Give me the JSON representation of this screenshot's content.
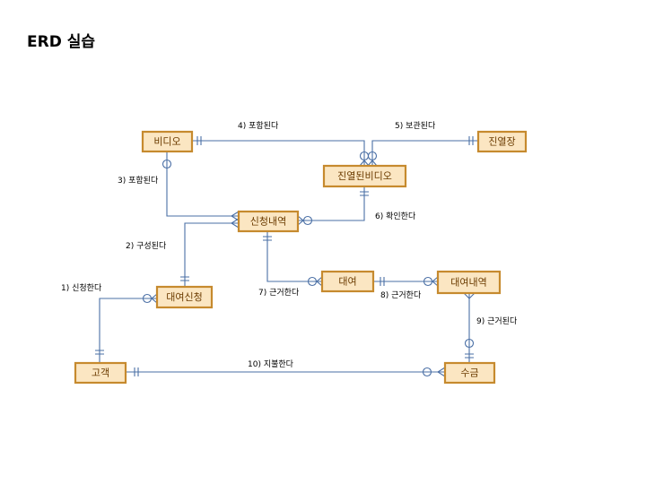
{
  "title": "ERD 실습",
  "entities": {
    "video": "비디오",
    "display_location": "진열장",
    "displayed_video": "진열된비디오",
    "application_history": "신청내역",
    "rental_application": "대여신청",
    "rental": "대여",
    "rental_history": "대여내역",
    "customer": "고객",
    "payment": "수금"
  },
  "relationships": {
    "r1": "1) 신청한다",
    "r2": "2) 구성된다",
    "r3": "3) 포함된다",
    "r4": "4) 포함된다",
    "r5": "5) 보관된다",
    "r6": "6) 확인한다",
    "r7": "7) 근거한다",
    "r8": "8) 근거한다",
    "r9": "9) 근거된다",
    "r10": "10) 지불한다"
  },
  "colors": {
    "entity_fill": "#fbe6c2",
    "entity_border": "#c68a2e",
    "entity_text": "#6b3b00",
    "line": "#4a6fa5"
  }
}
